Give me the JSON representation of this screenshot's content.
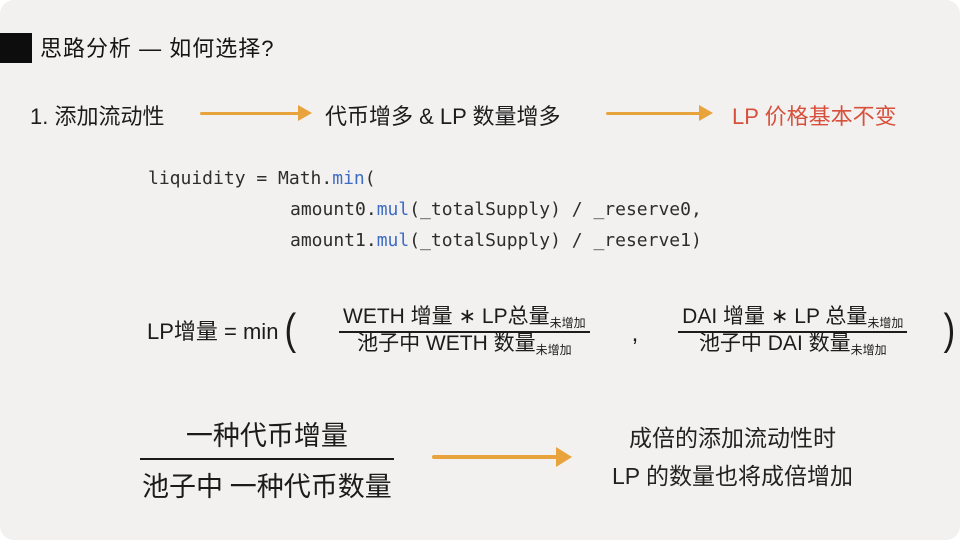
{
  "colors": {
    "background": "#f2f1ef",
    "text": "#1a1a1a",
    "arrow_orange": "#e8a33c",
    "result_red": "#d7503c",
    "code_keyword_blue": "#3e6bc4"
  },
  "header": {
    "title": "思路分析 — 如何选择?"
  },
  "flow": {
    "step_label": "1. 添加流动性",
    "effect_label": "代币增多 & LP 数量增多",
    "result_label": "LP 价格基本不变"
  },
  "code": {
    "line1_pre": "liquidity = Math.",
    "line1_kw": "min",
    "line1_post": "(",
    "line2_pre": "amount0.",
    "line2_kw": "mul",
    "line2_post": "(_totalSupply) / _reserve0,",
    "line3_pre": "amount1.",
    "line3_kw": "mul",
    "line3_post": "(_totalSupply) / _reserve1)"
  },
  "formula": {
    "lhs": "LP增量 = min",
    "open_paren": "(",
    "separator": ",",
    "close_paren": ")",
    "frac1": {
      "numerator": "WETH 增量 ∗ LP总量",
      "numerator_sub": "未增加",
      "denominator": "池子中 WETH 数量",
      "denominator_sub": "未增加"
    },
    "frac2": {
      "numerator": "DAI 增量 ∗ LP 总量",
      "numerator_sub": "未增加",
      "denominator": "池子中 DAI 数量",
      "denominator_sub": "未增加"
    }
  },
  "conclusion": {
    "fraction": {
      "numerator": "一种代币增量",
      "denominator": "池子中 一种代币数量"
    },
    "line1": "成倍的添加流动性时",
    "line2": "LP 的数量也将成倍增加"
  }
}
